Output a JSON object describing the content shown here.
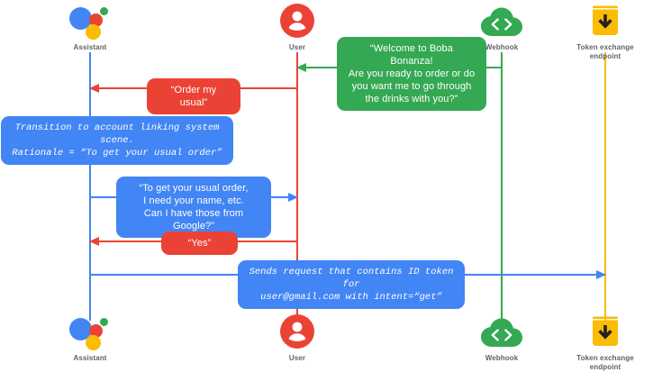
{
  "diagram": {
    "title": "Account linking sequence diagram",
    "background": "#ffffff",
    "colors": {
      "assistant": "#4285F4",
      "user": "#EA4335",
      "webhook": "#34A853",
      "token": "#FBBC04"
    }
  },
  "actors": [
    {
      "id": "assistant",
      "label": "Assistant",
      "icon": "google-assistant-icon",
      "color": "#4285F4"
    },
    {
      "id": "user",
      "label": "User",
      "icon": "user-icon",
      "color": "#EA4335"
    },
    {
      "id": "webhook",
      "label": "Webhook",
      "icon": "cloud-code-icon",
      "color": "#34A853"
    },
    {
      "id": "token",
      "label": "Token exchange\nendpoint",
      "icon": "download-box-icon",
      "color": "#FBBC04"
    }
  ],
  "messages": [
    {
      "id": "welcome",
      "from": "webhook",
      "to": "user",
      "direction": "left",
      "color": "#34A853",
      "style": "speech",
      "text": "“Welcome to Boba Bonanza!\nAre you ready to order or do\nyou want me to go through\nthe drinks with you?”"
    },
    {
      "id": "order-my-usual",
      "from": "user",
      "to": "assistant",
      "direction": "left",
      "color": "#EA4335",
      "style": "speech",
      "text": "“Order my usual”"
    },
    {
      "id": "transition-note",
      "from": "assistant",
      "to": "assistant",
      "direction": "none",
      "color": "#4285F4",
      "style": "code",
      "text": "Transition to account linking system scene.\nRationale = “To get your usual order”"
    },
    {
      "id": "need-name",
      "from": "assistant",
      "to": "user",
      "direction": "right",
      "color": "#4285F4",
      "style": "speech",
      "text": "“To get your usual order,\nI need your name, etc.\nCan I have those from Google?”"
    },
    {
      "id": "yes",
      "from": "user",
      "to": "assistant",
      "direction": "left",
      "color": "#EA4335",
      "style": "speech",
      "text": "“Yes”"
    },
    {
      "id": "sends-request",
      "from": "assistant",
      "to": "token",
      "direction": "right",
      "color": "#4285F4",
      "style": "code",
      "text": "Sends request that contains ID token for\nuser@gmail.com with intent=“get”"
    }
  ]
}
